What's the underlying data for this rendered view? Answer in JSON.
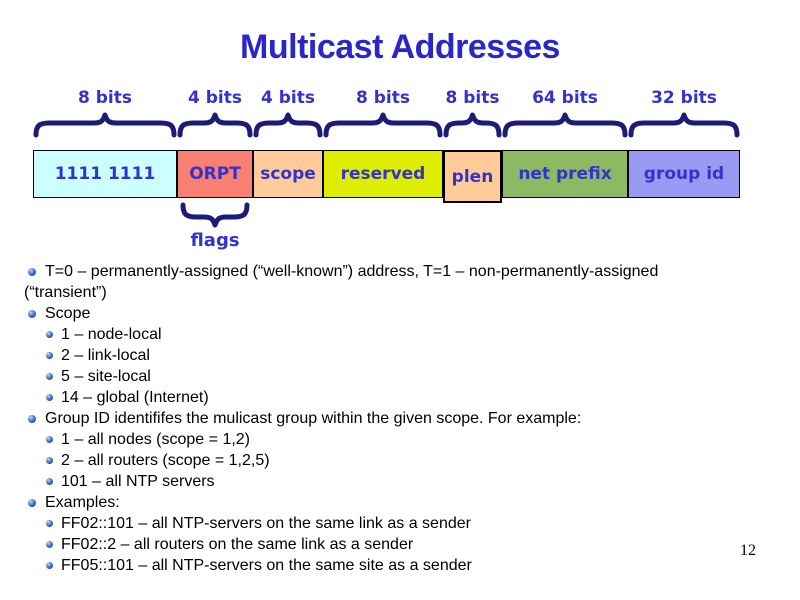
{
  "slide": {
    "title": "Multicast Addresses",
    "page_number": "12"
  },
  "diagram": {
    "brace_color": "#1C1C78",
    "label_color": "#3333CC",
    "flags_label": "flags",
    "fields": [
      {
        "label": "1111 1111",
        "bits": "8 bits",
        "color": "#CCFFFF",
        "width": 144,
        "tall": false
      },
      {
        "label": "ORPT",
        "bits": "4 bits",
        "color": "#FA8072",
        "width": 76,
        "tall": false
      },
      {
        "label": "scope",
        "bits": "4 bits",
        "color": "#FFCC99",
        "width": 70,
        "tall": false
      },
      {
        "label": "reserved",
        "bits": "8 bits",
        "color": "#DDEE00",
        "width": 120,
        "tall": false
      },
      {
        "label": "plen",
        "bits": "8 bits",
        "color": "#FFCC99",
        "width": 59,
        "tall": true
      },
      {
        "label": "net prefix",
        "bits": "64 bits",
        "color": "#8DB962",
        "width": 126,
        "tall": false
      },
      {
        "label": "group id",
        "bits": "32 bits",
        "color": "#9A9AF5",
        "width": 112,
        "tall": false
      }
    ]
  },
  "bullets": {
    "lines": [
      {
        "bullet": true,
        "indent": 1,
        "text": "T=0 – permanently-assigned (“well-known”) address, T=1 – non-permanently-assigned"
      },
      {
        "bullet": false,
        "indent": 0,
        "text": "(“transient”)"
      },
      {
        "bullet": true,
        "indent": 1,
        "text": "Scope"
      },
      {
        "bullet": true,
        "indent": 2,
        "text": "1 – node-local"
      },
      {
        "bullet": true,
        "indent": 2,
        "text": "2 – link-local"
      },
      {
        "bullet": true,
        "indent": 2,
        "text": "5 – site-local"
      },
      {
        "bullet": true,
        "indent": 2,
        "text": "14 – global (Internet)"
      },
      {
        "bullet": true,
        "indent": 1,
        "text": "Group ID identififes the mulicast group within the given scope. For example:"
      },
      {
        "bullet": true,
        "indent": 2,
        "text": "1 – all nodes (scope = 1,2)"
      },
      {
        "bullet": true,
        "indent": 2,
        "text": "2 – all routers (scope = 1,2,5)"
      },
      {
        "bullet": true,
        "indent": 2,
        "text": "101 – all NTP servers"
      },
      {
        "bullet": true,
        "indent": 1,
        "text": "Examples:"
      },
      {
        "bullet": true,
        "indent": 2,
        "text": "FF02::101 – all NTP-servers on the same link as a sender"
      },
      {
        "bullet": true,
        "indent": 2,
        "text": "FF02::2 – all routers on the same link as a sender"
      },
      {
        "bullet": true,
        "indent": 2,
        "text": "FF05::101 – all NTP-servers on the same site as a sender"
      }
    ]
  }
}
